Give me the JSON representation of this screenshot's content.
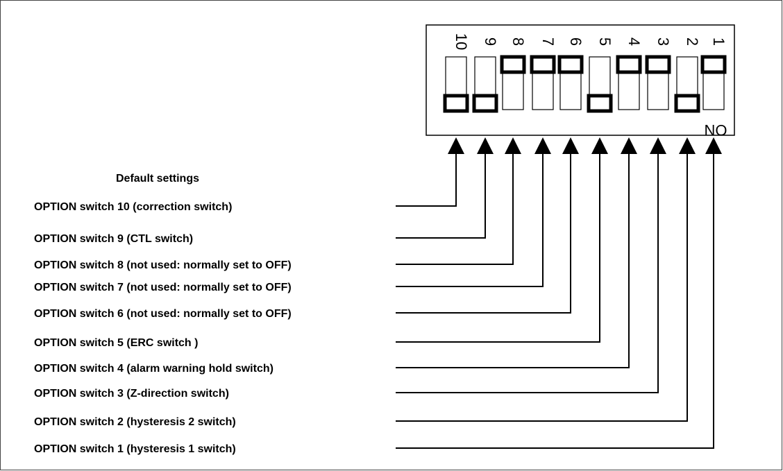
{
  "heading": "Default settings",
  "switch_block_label": "ON",
  "switches": [
    {
      "number": "10",
      "position": "on",
      "label": "OPTION switch 10 (correction switch)"
    },
    {
      "number": "9",
      "position": "on",
      "label": "OPTION switch 9 (CTL switch)"
    },
    {
      "number": "8",
      "position": "off",
      "label": "OPTION switch 8 (not used: normally set to OFF)"
    },
    {
      "number": "7",
      "position": "off",
      "label": "OPTION switch 7 (not used: normally set to OFF)"
    },
    {
      "number": "6",
      "position": "off",
      "label": "OPTION switch 6 (not used: normally set to OFF)"
    },
    {
      "number": "5",
      "position": "on",
      "label": "OPTION switch 5 (ERC switch )"
    },
    {
      "number": "4",
      "position": "off",
      "label": "OPTION switch 4 (alarm warning hold switch)"
    },
    {
      "number": "3",
      "position": "off",
      "label": "OPTION switch 3 (Z-direction switch)"
    },
    {
      "number": "2",
      "position": "on",
      "label": "OPTION switch 2 (hysteresis 2 switch)"
    },
    {
      "number": "1",
      "position": "off",
      "label": "OPTION switch 1 (hysteresis 1 switch)"
    }
  ]
}
